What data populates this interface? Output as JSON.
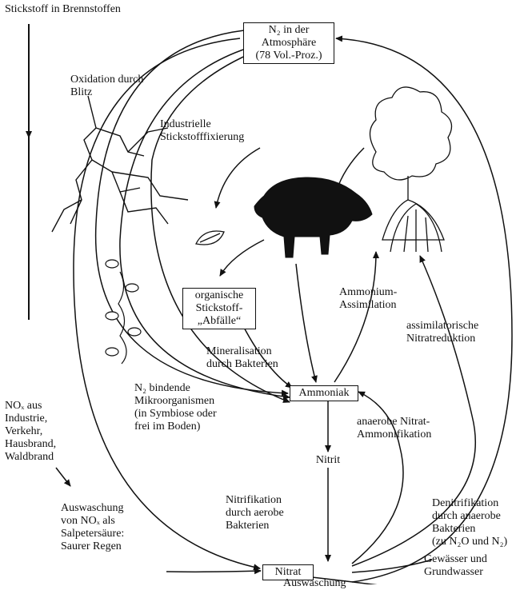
{
  "title": "",
  "colors": {
    "ink": "#111111",
    "background": "#ffffff"
  },
  "nodes": {
    "atmosphere": "N₂ in der\nAtmosphäre\n(78 Vol.-Proz.)",
    "organic_waste": "organische\nStickstoff-\n„Abfälle“",
    "ammonia": "Ammoniak",
    "nitrite": "Nitrit",
    "nitrate": "Nitrat"
  },
  "labels": {
    "fuel_nitrogen": "Stickstoff in Brennstoffen",
    "lightning": "Oxidation durch\nBlitz",
    "industrial_fixation": "Industrielle\nStickstofffixierung",
    "ammonium_assimilation": "Ammonium-\nAssimilation",
    "assimilatory_reduction": "assimilatorische\nNitratreduktion",
    "mineralisation": "Mineralisation\ndurch Bakterien",
    "n2_fixing": "N₂ bindende\nMikroorganismen\n(in Symbiose oder\nfrei im Boden)",
    "nox_sources": "NOₓ aus\nIndustrie,\nVerkehr,\nHausbrand,\nWaldbrand",
    "anaerobic_ammonification": "anaerobe Nitrat-\nAmmonifikation",
    "nitrification": "Nitrifikation\ndurch aerobe\nBakterien",
    "denitrification": "Denitrifikation\ndurch anaerobe\nBakterien\n(zu N₂O und N₂)",
    "acid_rain": "Auswaschung\nvon NOₓ als\nSalpetersäure:\nSaurer Regen",
    "leaching": "Auswaschung",
    "waters": "Gewässer und\nGrundwasser"
  },
  "icons": [
    "lightning-icon",
    "tree-icon",
    "boar-icon",
    "leaf-icon",
    "plant-icon"
  ]
}
